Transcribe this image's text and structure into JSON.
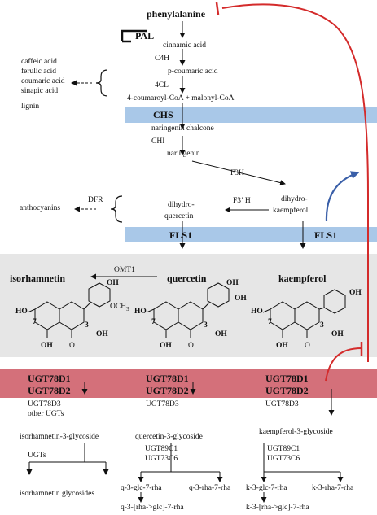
{
  "colors": {
    "blue_band": "#a9c8e8",
    "gray_panel": "#e6e6e6",
    "red_band": "#d4707a",
    "feedback_red": "#d42b2b",
    "activation_blue": "#3a5fa8"
  },
  "pathway": {
    "phenylalanine": "phenylalanine",
    "pal": "PAL",
    "cinnamic_acid": "cinnamic acid",
    "c4h": "C4H",
    "p_coumaric_acid": "p-coumaric acid",
    "fcl": "4CL",
    "coumaroyl": "4-coumaroyl-CoA + malonyl-CoA",
    "chs": "CHS",
    "naringenin_chalcone": "naringenin chalcone",
    "chi": "CHI",
    "naringenin": "naringenin",
    "f3h": "F3H",
    "f3prime_h": "F3’ H",
    "dihydrokaempferol_1": "dihydro-",
    "dihydrokaempferol_2": "kaempferol",
    "dihydroquercetin_1": "dihydro-",
    "dihydroquercetin_2": "quercetin",
    "dfr": "DFR",
    "anthocyanins": "anthocyanins",
    "fls1_left": "FLS1",
    "fls1_right": "FLS1"
  },
  "side_products": {
    "acids": [
      "caffeic acid",
      "ferulic acid",
      "coumaric acid",
      "sinapic acid"
    ],
    "lignin": "lignin"
  },
  "flavonols": {
    "omt1": "OMT1",
    "isorhamnetin": "isorhamnetin",
    "quercetin": "quercetin",
    "kaempferol": "kaempferol",
    "oh": "OH",
    "ho": "HO",
    "och3": "OCH",
    "och3_sub": "3",
    "o": "O",
    "pos7": "7",
    "pos3": "3"
  },
  "glycosylation": {
    "ugt78d1": "UGT78D1",
    "ugt78d2": "UGT78D2",
    "ugt78d3": "UGT78D3",
    "other_ugts": "other UGTs",
    "isorhamnetin_glycoside": "isorhamnetin-3-glycoside",
    "ugts": "UGTs",
    "isorhamnetin_glycosides": "isorhamnetin glycosides",
    "quercetin_glycoside": "quercetin-3-glycoside",
    "kaempferol_glycoside": "kaempferol-3-glycoside",
    "ugt89c1": "UGT89C1",
    "ugt73c6": "UGT73C6",
    "q_glc_rha": "q-3-glc-7-rha",
    "q_rha_rha": "q-3-rha-7-rha",
    "q_rha_glc_rha": "q-3-[rha->glc]-7-rha",
    "k_glc_rha": "k-3-glc-7-rha",
    "k_rha_rha": "k-3-rha-7-rha",
    "k_rha_glc_rha": "k-3-[rha->glc]-7-rha"
  }
}
